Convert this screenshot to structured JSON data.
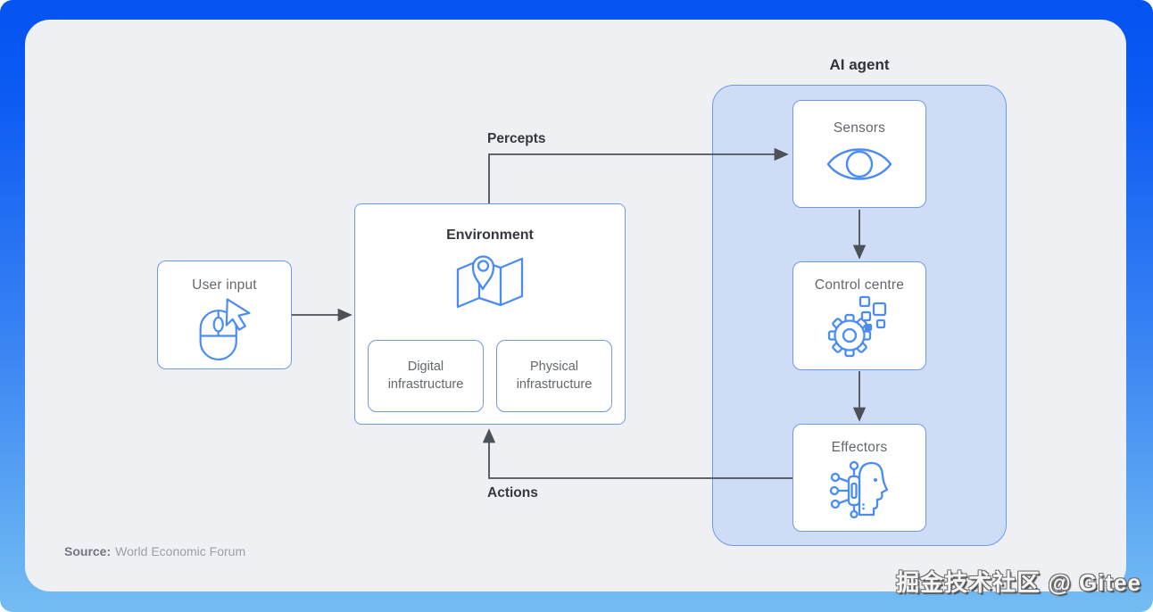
{
  "diagram": {
    "ai_agent_label": "AI agent",
    "nodes": {
      "user_input": {
        "label": "User input",
        "icon": "mouse-cursor-icon"
      },
      "environment": {
        "label": "Environment",
        "icon": "map-pin-icon",
        "sub_nodes": [
          {
            "label": "Digital infrastructure"
          },
          {
            "label": "Physical infrastructure"
          }
        ]
      },
      "sensors": {
        "label": "Sensors",
        "icon": "eye-icon"
      },
      "control_centre": {
        "label": "Control centre",
        "icon": "gear-data-icon"
      },
      "effectors": {
        "label": "Effectors",
        "icon": "ai-head-circuit-icon"
      }
    },
    "edges": [
      {
        "from": "user_input",
        "to": "environment",
        "label": ""
      },
      {
        "from": "environment",
        "to": "sensors",
        "label": "Percepts"
      },
      {
        "from": "sensors",
        "to": "control_centre",
        "label": ""
      },
      {
        "from": "control_centre",
        "to": "effectors",
        "label": ""
      },
      {
        "from": "effectors",
        "to": "environment",
        "label": "Actions"
      }
    ],
    "edge_labels": {
      "percepts": "Percepts",
      "actions": "Actions"
    }
  },
  "source": {
    "label": "Source:",
    "value": "World Economic Forum"
  },
  "watermark": "掘金技术社区 @ Gitee",
  "colors": {
    "background_top": "#0453f2",
    "background_bottom": "#74bdf3",
    "card": "#eef0f3",
    "panel_fill": "#cfdcf6",
    "node_border": "#6d9ae8",
    "icon_stroke": "#4a8cf4",
    "arrow": "#4c5157",
    "heading_text": "#35383e",
    "label_text": "#63676e"
  }
}
